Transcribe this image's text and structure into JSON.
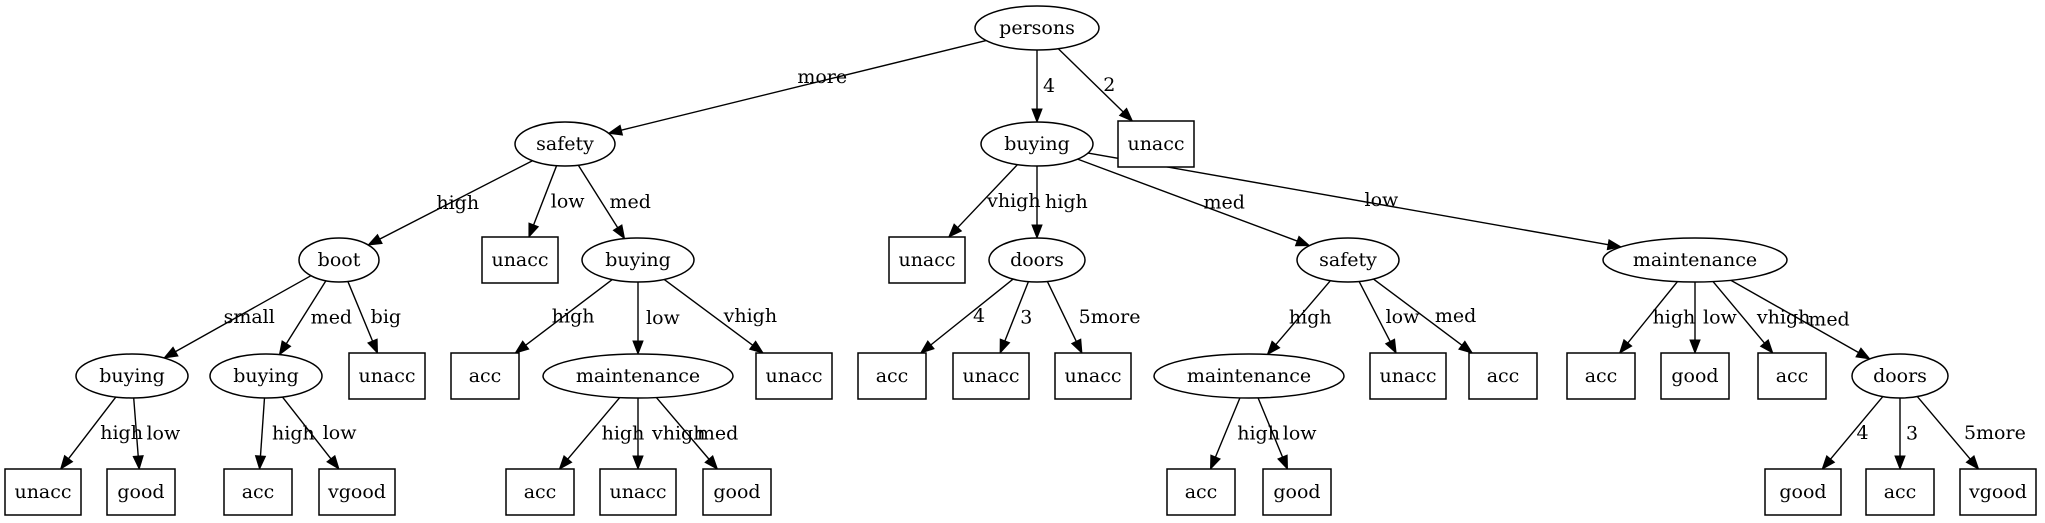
{
  "tree": {
    "nodes": [
      {
        "id": "n0",
        "label": "persons",
        "shape": "ellipse"
      },
      {
        "id": "n1",
        "label": "safety",
        "shape": "ellipse"
      },
      {
        "id": "n2",
        "label": "buying",
        "shape": "ellipse"
      },
      {
        "id": "n3",
        "label": "unacc",
        "shape": "box"
      },
      {
        "id": "n4",
        "label": "boot",
        "shape": "ellipse"
      },
      {
        "id": "n5",
        "label": "unacc",
        "shape": "box"
      },
      {
        "id": "n6",
        "label": "buying",
        "shape": "ellipse"
      },
      {
        "id": "n7",
        "label": "unacc",
        "shape": "box"
      },
      {
        "id": "n8",
        "label": "doors",
        "shape": "ellipse"
      },
      {
        "id": "n9",
        "label": "safety",
        "shape": "ellipse"
      },
      {
        "id": "n10",
        "label": "maintenance",
        "shape": "ellipse"
      },
      {
        "id": "n11",
        "label": "buying",
        "shape": "ellipse"
      },
      {
        "id": "n12",
        "label": "buying",
        "shape": "ellipse"
      },
      {
        "id": "n13",
        "label": "unacc",
        "shape": "box"
      },
      {
        "id": "n14",
        "label": "acc",
        "shape": "box"
      },
      {
        "id": "n15",
        "label": "maintenance",
        "shape": "ellipse"
      },
      {
        "id": "n16",
        "label": "unacc",
        "shape": "box"
      },
      {
        "id": "n17",
        "label": "acc",
        "shape": "box"
      },
      {
        "id": "n18",
        "label": "unacc",
        "shape": "box"
      },
      {
        "id": "n19",
        "label": "unacc",
        "shape": "box"
      },
      {
        "id": "n20",
        "label": "maintenance",
        "shape": "ellipse"
      },
      {
        "id": "n21",
        "label": "unacc",
        "shape": "box"
      },
      {
        "id": "n22",
        "label": "acc",
        "shape": "box"
      },
      {
        "id": "n23",
        "label": "acc",
        "shape": "box"
      },
      {
        "id": "n24",
        "label": "good",
        "shape": "box"
      },
      {
        "id": "n25",
        "label": "acc",
        "shape": "box"
      },
      {
        "id": "n26",
        "label": "doors",
        "shape": "ellipse"
      },
      {
        "id": "n27",
        "label": "unacc",
        "shape": "box"
      },
      {
        "id": "n28",
        "label": "good",
        "shape": "box"
      },
      {
        "id": "n29",
        "label": "acc",
        "shape": "box"
      },
      {
        "id": "n30",
        "label": "vgood",
        "shape": "box"
      },
      {
        "id": "n31",
        "label": "acc",
        "shape": "box"
      },
      {
        "id": "n32",
        "label": "unacc",
        "shape": "box"
      },
      {
        "id": "n33",
        "label": "good",
        "shape": "box"
      },
      {
        "id": "n34",
        "label": "acc",
        "shape": "box"
      },
      {
        "id": "n35",
        "label": "good",
        "shape": "box"
      },
      {
        "id": "n36",
        "label": "good",
        "shape": "box"
      },
      {
        "id": "n37",
        "label": "acc",
        "shape": "box"
      },
      {
        "id": "n38",
        "label": "vgood",
        "shape": "box"
      }
    ],
    "edges": [
      {
        "from": "n0",
        "to": "n1",
        "label": "more"
      },
      {
        "from": "n0",
        "to": "n2",
        "label": "4"
      },
      {
        "from": "n0",
        "to": "n3",
        "label": "2"
      },
      {
        "from": "n1",
        "to": "n4",
        "label": "high"
      },
      {
        "from": "n1",
        "to": "n5",
        "label": "low"
      },
      {
        "from": "n1",
        "to": "n6",
        "label": "med"
      },
      {
        "from": "n2",
        "to": "n7",
        "label": "vhigh"
      },
      {
        "from": "n2",
        "to": "n8",
        "label": "high"
      },
      {
        "from": "n2",
        "to": "n9",
        "label": "med"
      },
      {
        "from": "n2",
        "to": "n10",
        "label": "low"
      },
      {
        "from": "n4",
        "to": "n11",
        "label": "small"
      },
      {
        "from": "n4",
        "to": "n12",
        "label": "med"
      },
      {
        "from": "n4",
        "to": "n13",
        "label": "big"
      },
      {
        "from": "n6",
        "to": "n14",
        "label": "high"
      },
      {
        "from": "n6",
        "to": "n15",
        "label": "low"
      },
      {
        "from": "n6",
        "to": "n16",
        "label": "vhigh"
      },
      {
        "from": "n8",
        "to": "n17",
        "label": "4"
      },
      {
        "from": "n8",
        "to": "n18",
        "label": "3"
      },
      {
        "from": "n8",
        "to": "n19",
        "label": "5more"
      },
      {
        "from": "n9",
        "to": "n20",
        "label": "high"
      },
      {
        "from": "n9",
        "to": "n21",
        "label": "low"
      },
      {
        "from": "n9",
        "to": "n22",
        "label": "med"
      },
      {
        "from": "n10",
        "to": "n23",
        "label": "high"
      },
      {
        "from": "n10",
        "to": "n24",
        "label": "low"
      },
      {
        "from": "n10",
        "to": "n25",
        "label": "vhigh"
      },
      {
        "from": "n10",
        "to": "n26",
        "label": "med"
      },
      {
        "from": "n11",
        "to": "n27",
        "label": "high"
      },
      {
        "from": "n11",
        "to": "n28",
        "label": "low"
      },
      {
        "from": "n12",
        "to": "n29",
        "label": "high"
      },
      {
        "from": "n12",
        "to": "n30",
        "label": "low"
      },
      {
        "from": "n15",
        "to": "n31",
        "label": "high"
      },
      {
        "from": "n15",
        "to": "n32",
        "label": "vhigh"
      },
      {
        "from": "n15",
        "to": "n33",
        "label": "med"
      },
      {
        "from": "n20",
        "to": "n34",
        "label": "high"
      },
      {
        "from": "n20",
        "to": "n35",
        "label": "low"
      },
      {
        "from": "n26",
        "to": "n36",
        "label": "4"
      },
      {
        "from": "n26",
        "to": "n37",
        "label": "3"
      },
      {
        "from": "n26",
        "to": "n38",
        "label": "5more"
      }
    ]
  }
}
